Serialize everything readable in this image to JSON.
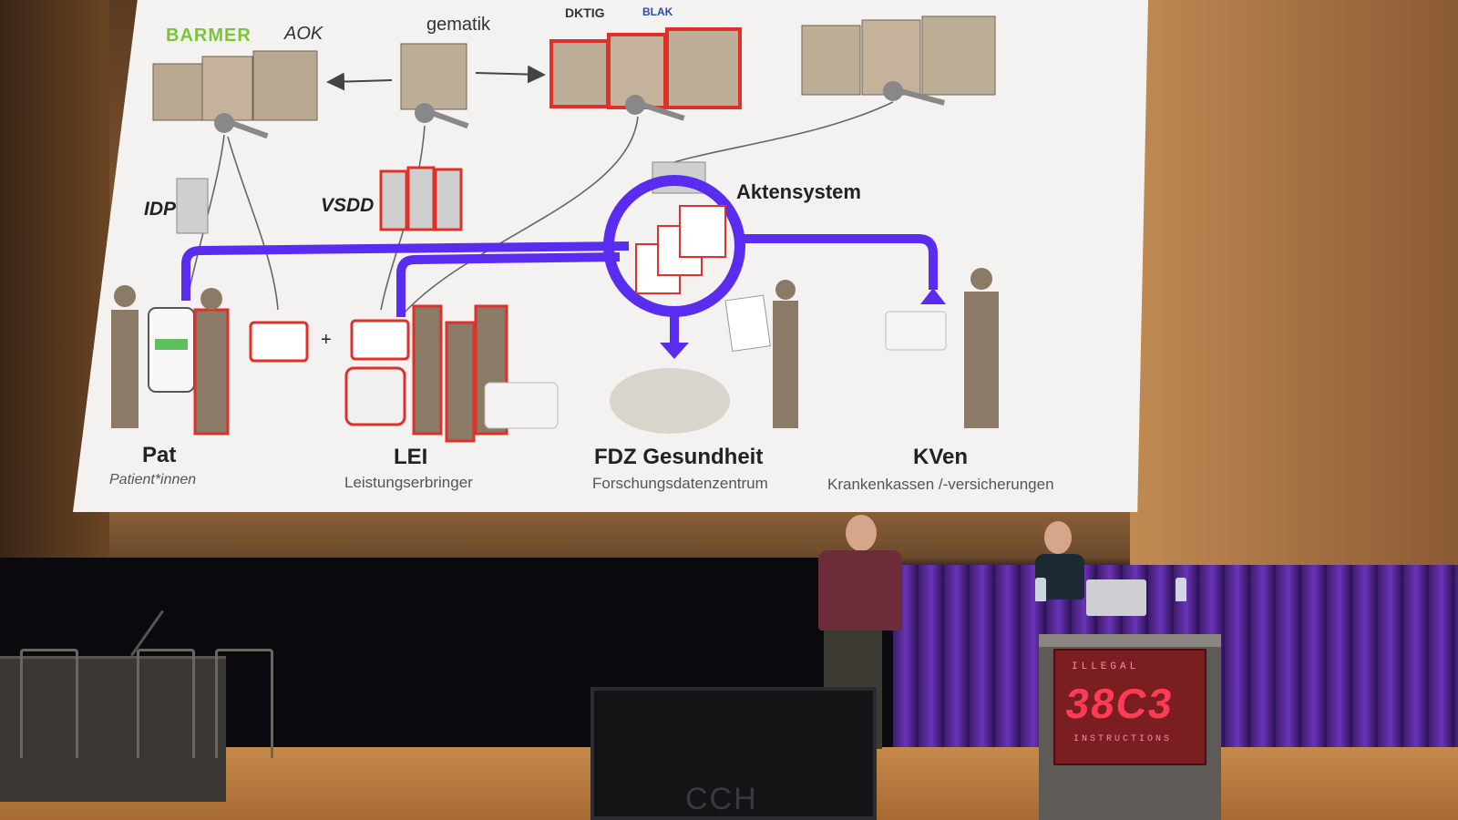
{
  "slide": {
    "top_logos": {
      "barmer": "BARMER",
      "aok": "AOK",
      "gematik": "gematik",
      "dktig": "DKTIG",
      "blak": "BLAK"
    },
    "components": {
      "idp": "IDP",
      "vsdd": "VSDD",
      "aktensystem": "Aktensystem"
    },
    "plus": "+",
    "roles": [
      {
        "abbr": "Pat",
        "full": "Patient*innen"
      },
      {
        "abbr": "LEI",
        "full": "Leistungserbringer"
      },
      {
        "abbr": "FDZ Gesundheit",
        "full": "Forschungsdatenzentrum"
      },
      {
        "abbr": "KVen",
        "full": "Krankenkassen /-versicherungen"
      }
    ],
    "colors": {
      "flow": "#5a2cf0",
      "highlight": "#e0302a",
      "barmer": "#7cc53a"
    }
  },
  "stage": {
    "monitor_logo": "CCH",
    "lectern": {
      "top": "ILLEGAL",
      "middle": "38C3",
      "bottom": "INSTRUCTIONS"
    }
  }
}
